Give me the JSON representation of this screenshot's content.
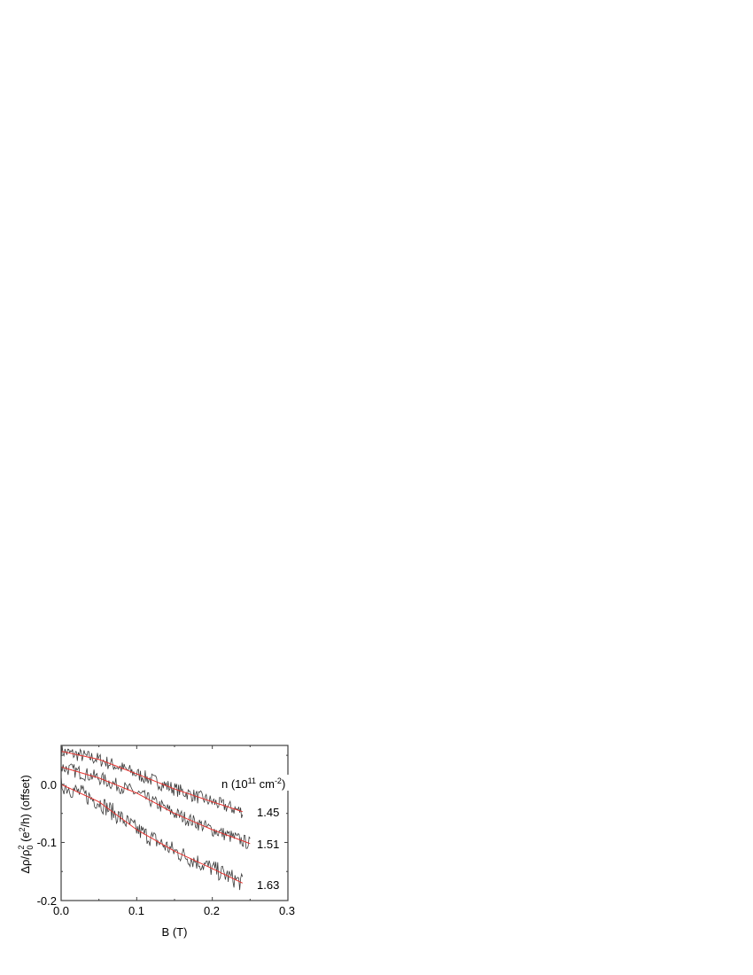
{
  "chart_data": {
    "type": "line",
    "title": "",
    "xlabel": "B (T)",
    "ylabel": "Δρ/ρ₀² (e²/h)  (offset)",
    "ylabel_parts": {
      "delta_rho": "Δρ/ρ",
      "sub0": "0",
      "sup2": "2",
      "units": " (e",
      "units_sup": "2",
      "units_end": "/h)  (offset)"
    },
    "xlim": [
      0.0,
      0.3
    ],
    "ylim": [
      -0.2,
      0.067
    ],
    "x_ticks": [
      "0.0",
      "0.1",
      "0.2",
      "0.3"
    ],
    "y_ticks": [
      "0.0",
      "-0.1",
      "-0.2"
    ],
    "grid": false,
    "legend_title": "n (10¹¹ cm⁻²)",
    "legend_title_parts": {
      "prefix": "n (10",
      "sup1": "11",
      "mid": " cm",
      "sup2": "-2",
      "suffix": ")"
    },
    "legend_position": "right, inline labels at curve ends",
    "colors": {
      "data": "#3a3a3a",
      "fit": "#e8332f",
      "axes": "#404040"
    },
    "series": [
      {
        "name": "1.45",
        "kind": "fit",
        "x": [
          0.0,
          0.05,
          0.1,
          0.15,
          0.2,
          0.24
        ],
        "values": [
          0.057,
          0.043,
          0.018,
          -0.008,
          -0.03,
          -0.047
        ]
      },
      {
        "name": "1.51",
        "kind": "fit",
        "x": [
          0.0,
          0.05,
          0.1,
          0.15,
          0.2,
          0.25
        ],
        "values": [
          0.03,
          0.011,
          -0.015,
          -0.05,
          -0.078,
          -0.102
        ]
      },
      {
        "name": "1.63",
        "kind": "fit",
        "x": [
          0.0,
          0.05,
          0.1,
          0.15,
          0.2,
          0.24
        ],
        "values": [
          0.0,
          -0.03,
          -0.078,
          -0.115,
          -0.145,
          -0.17
        ]
      }
    ],
    "noise_amplitude": 0.012
  }
}
